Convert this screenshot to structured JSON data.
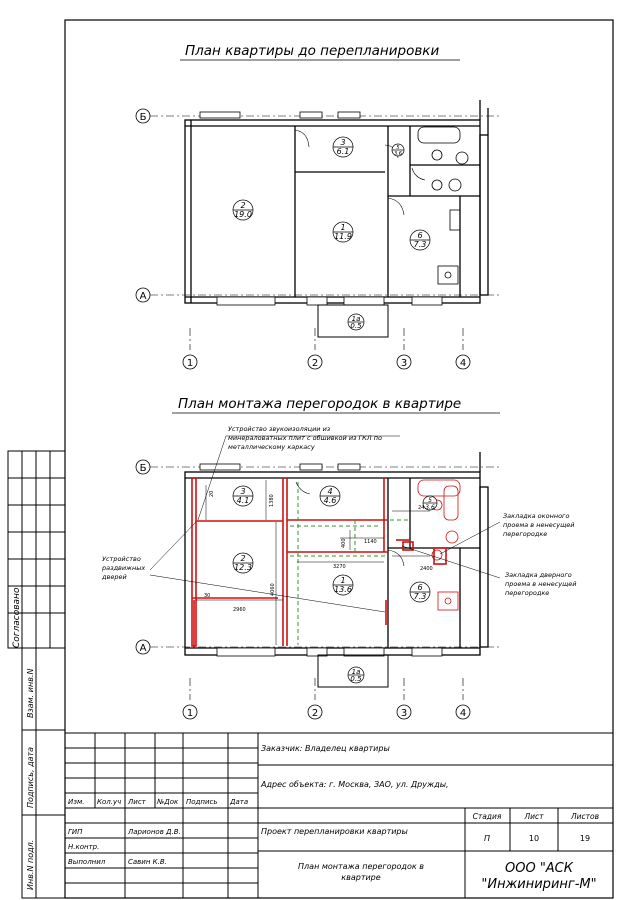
{
  "titles": {
    "before": "План квартиры до перепланировки",
    "after": "План монтажа перегородок в квартире"
  },
  "axes": {
    "letters": [
      "Б",
      "А"
    ],
    "numbers": [
      "1",
      "2",
      "3",
      "4"
    ]
  },
  "rooms_before": [
    {
      "num": "2",
      "area": "19.0"
    },
    {
      "num": "3",
      "area": "6.1"
    },
    {
      "num": "1",
      "area": "11.9"
    },
    {
      "num": "6",
      "area": "7.3"
    },
    {
      "num": "5",
      "area": "3.6"
    },
    {
      "num": "1a",
      "area": "0.5"
    }
  ],
  "rooms_after": [
    {
      "num": "3",
      "area": "4.1"
    },
    {
      "num": "4",
      "area": "4.6"
    },
    {
      "num": "2",
      "area": "12.3"
    },
    {
      "num": "1",
      "area": "13.6"
    },
    {
      "num": "6",
      "area": "7.3"
    },
    {
      "num": "5",
      "area": "3.6"
    },
    {
      "num": "1a",
      "area": "0.5"
    }
  ],
  "dimensions": [
    "20",
    "1380",
    "4060",
    "30",
    "2960",
    "3270",
    "1140",
    "400",
    "2400",
    "2400"
  ],
  "notes": {
    "insulation": [
      "Устройство звукоизоляции из",
      "минераловатных плит с обшивкой из ГКЛ по",
      "металлическому каркасу"
    ],
    "sliding_doors": [
      "Устройство",
      "раздвижных",
      "дверей"
    ],
    "window_opening": [
      "Закладка оконного",
      "проема в ненесущей",
      "перегородке"
    ],
    "door_opening": [
      "Закладка дверного",
      "проема в ненесущей",
      "перегородке"
    ]
  },
  "side_stamp": [
    "Согласовано",
    "Взам. инв.N",
    "Подпись, дата",
    "Инв.N подл."
  ],
  "title_block": {
    "headers": [
      "Изм.",
      "Кол.уч",
      "Лист",
      "№Док",
      "Подпись",
      "Дата"
    ],
    "customer": "Заказчик: Владелец квартиры",
    "address": "Адрес объекта: г. Москва, ЗАО, ул. Дружды,",
    "project": "Проект перепланировки квартиры",
    "sheet_title": [
      "План монтажа перегородок в",
      "квартире"
    ],
    "roles": [
      "ГИП",
      "Н.контр.",
      "Выполнил"
    ],
    "names": [
      "Ларионов Д.В.",
      "",
      "Савин К.В."
    ],
    "stage_label": "Стадия",
    "sheet_label": "Лист",
    "sheets_label": "Листов",
    "stage": "П",
    "sheet": "10",
    "sheets": "19",
    "company": [
      "ООО \"АСК",
      "\"Инжиниринг-М\""
    ]
  }
}
